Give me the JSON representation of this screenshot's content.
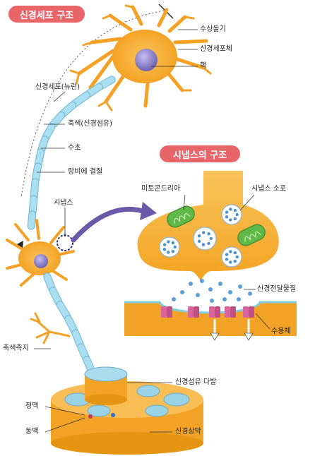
{
  "titles": {
    "neuron_structure": "신경세포 구조",
    "synapse_structure": "시냅스의 구조"
  },
  "labels": {
    "dendrite": "수상돌기",
    "cell_body": "신경세포체",
    "nucleus": "핵",
    "neuron": "신경세포(뉴런)",
    "axon": "축색(신경섬유)",
    "myelin": "수초",
    "node_of_ranvier": "랑비에 결절",
    "synapse": "시냅스",
    "axon_terminal": "축색측지",
    "nerve_fiber_bundle": "신경섬유 다발",
    "vein": "정맥",
    "artery": "동맥",
    "perineurium": "신경상막",
    "mitochondria": "미토콘드리아",
    "synaptic_vesicle": "시냅스 소포",
    "neurotransmitter": "신경전달물질",
    "receptor": "수용체"
  },
  "colors": {
    "title_pill": "#e8656a",
    "neuron": "#f4a125",
    "myelin": "#a9dff0",
    "nucleus": "#8a7fc4",
    "mitochondria": "#5fb848",
    "receptor": "#d8669c",
    "arrow": "#6a5aa8"
  }
}
